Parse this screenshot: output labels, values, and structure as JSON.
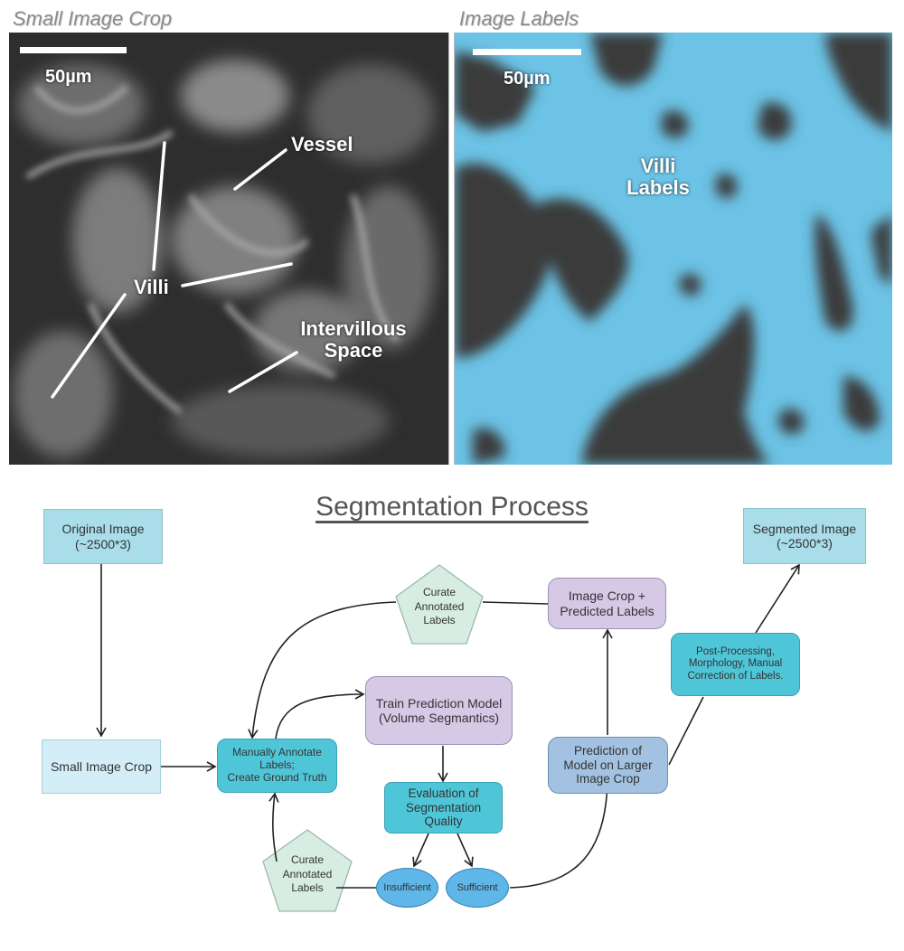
{
  "top_panels": {
    "left": {
      "title": "Small Image Crop",
      "scale": "50µm",
      "labels": {
        "vessel": "Vessel",
        "villi": "Villi",
        "intervillous_line1": "Intervillous",
        "intervillous_line2": "Space"
      }
    },
    "right": {
      "title": "Image Labels",
      "scale": "50µm",
      "labels": {
        "villi_line1": "Villi",
        "villi_line2": "Labels"
      },
      "label_color": "#6cc3e6"
    }
  },
  "diagram": {
    "title": "Segmentation Process",
    "nodes": {
      "original": {
        "line1": "Original Image",
        "line2": "(~2500*3)"
      },
      "small_crop": {
        "label": "Small Image Crop"
      },
      "annotate": {
        "line1": "Manually Annotate",
        "line2": "Labels;",
        "line3": "Create Ground Truth"
      },
      "curate_top": {
        "line1": "Curate",
        "line2": "Annotated",
        "line3": "Labels"
      },
      "curate_bottom": {
        "line1": "Curate",
        "line2": "Annotated",
        "line3": "Labels"
      },
      "train": {
        "line1": "Train Prediction Model",
        "line2": "(Volume Segmantics)"
      },
      "evaluation": {
        "line1": "Evaluation of",
        "line2": "Segmentation",
        "line3": "Quality"
      },
      "insufficient": {
        "label": "Insufficient"
      },
      "sufficient": {
        "label": "Sufficient"
      },
      "image_crop": {
        "line1": "Image Crop +",
        "line2": "Predicted Labels"
      },
      "prediction": {
        "line1": "Prediction of",
        "line2": "Model on Larger",
        "line3": "Image Crop"
      },
      "postprocessing": {
        "line1": "Post-Processing,",
        "line2": "Morphology, Manual",
        "line3": "Correction of Labels."
      },
      "segmented": {
        "line1": "Segmented Image",
        "line2": "(~2500*3)"
      }
    },
    "colors": {
      "input": "#a9dde9",
      "process": "#4fc6d8",
      "model": "#d5c9e6",
      "prediction": "#a3c2e2",
      "decision": "#5fb6e8",
      "curate": "#d7ece2"
    }
  }
}
